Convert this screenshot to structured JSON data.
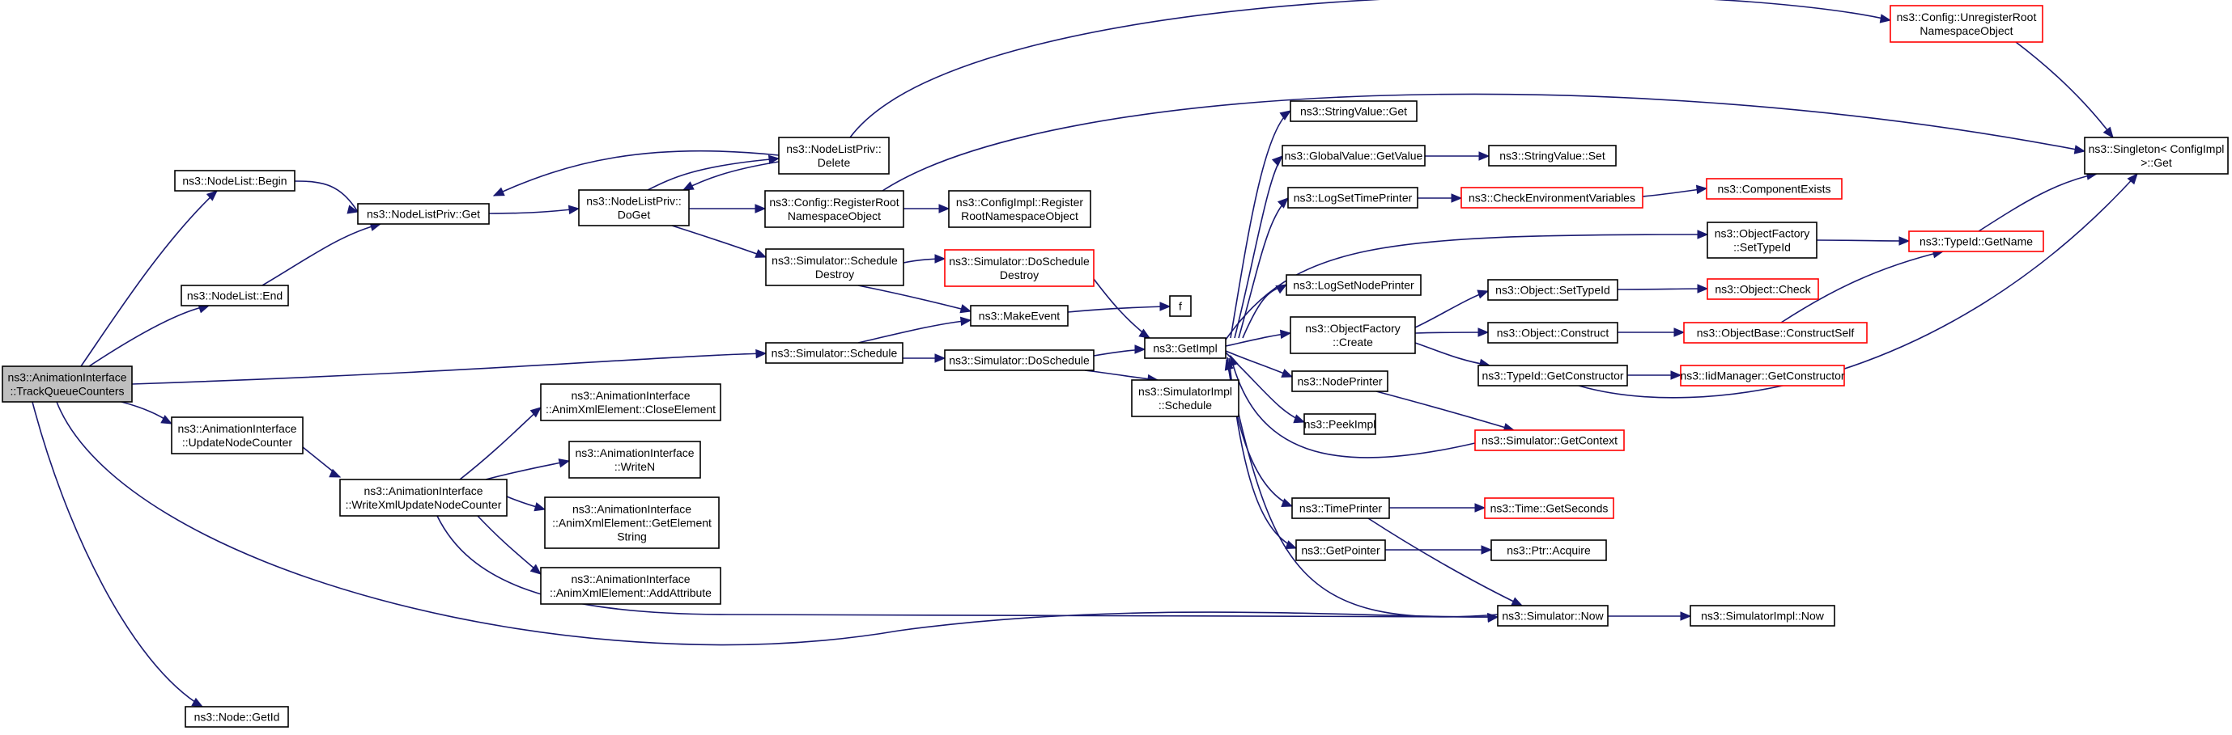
{
  "diagram": {
    "title": "",
    "colors": {
      "edge": "#191970",
      "truncated_border": "#ff0000",
      "root_fill": "#bfbfbf"
    },
    "nodes": {
      "root": [
        "ns3::AnimationInterface",
        "::TrackQueueCounters"
      ],
      "nodelist_begin": [
        "ns3::NodeList::Begin"
      ],
      "nodelist_end": [
        "ns3::NodeList::End"
      ],
      "update_node_counter": [
        "ns3::AnimationInterface",
        "::UpdateNodeCounter"
      ],
      "node_getid": [
        "ns3::Node::GetId"
      ],
      "nodelistpriv_get": [
        "ns3::NodeListPriv::Get"
      ],
      "write_xml_update": [
        "ns3::AnimationInterface",
        "::WriteXmlUpdateNodeCounter"
      ],
      "close_element": [
        "ns3::AnimationInterface",
        "::AnimXmlElement::CloseElement"
      ],
      "write_n": [
        "ns3::AnimationInterface",
        "::WriteN"
      ],
      "get_element_string": [
        "ns3::AnimationInterface",
        "::AnimXmlElement::GetElement",
        "String"
      ],
      "add_attribute": [
        "ns3::AnimationInterface",
        "::AnimXmlElement::AddAttribute"
      ],
      "nodelistpriv_doget": [
        "ns3::NodeListPriv::",
        "DoGet"
      ],
      "nodelistpriv_delete": [
        "ns3::NodeListPriv::",
        "Delete"
      ],
      "register_root_ns": [
        "ns3::Config::RegisterRoot",
        "NamespaceObject"
      ],
      "schedule_destroy": [
        "ns3::Simulator::Schedule",
        "Destroy"
      ],
      "simulator_schedule": [
        "ns3::Simulator::Schedule"
      ],
      "configimpl_register": [
        "ns3::ConfigImpl::Register",
        "RootNamespaceObject"
      ],
      "do_schedule_destroy": [
        "ns3::Simulator::DoSchedule",
        "Destroy"
      ],
      "make_event": [
        "ns3::MakeEvent"
      ],
      "do_schedule": [
        "ns3::Simulator::DoSchedule"
      ],
      "f": [
        "f"
      ],
      "get_impl": [
        "ns3::GetImpl"
      ],
      "simulatorimpl_schedule": [
        "ns3::SimulatorImpl",
        "::Schedule"
      ],
      "stringvalue_get": [
        "ns3::StringValue::Get"
      ],
      "globalvalue_getvalue": [
        "ns3::GlobalValue::GetValue"
      ],
      "stringvalue_set": [
        "ns3::StringValue::Set"
      ],
      "log_set_time_printer": [
        "ns3::LogSetTimePrinter"
      ],
      "check_env_vars": [
        "ns3::CheckEnvironmentVariables"
      ],
      "component_exists": [
        "ns3::ComponentExists"
      ],
      "log_set_node_printer": [
        "ns3::LogSetNodePrinter"
      ],
      "objectfactory_settypeid": [
        "ns3::ObjectFactory",
        "::SetTypeId"
      ],
      "typeid_getname": [
        "ns3::TypeId::GetName"
      ],
      "objectfactory_create": [
        "ns3::ObjectFactory",
        "::Create"
      ],
      "object_settypeid": [
        "ns3::Object::SetTypeId"
      ],
      "object_check": [
        "ns3::Object::Check"
      ],
      "object_construct": [
        "ns3::Object::Construct"
      ],
      "objectbase_constructself": [
        "ns3::ObjectBase::ConstructSelf"
      ],
      "typeid_getconstructor": [
        "ns3::TypeId::GetConstructor"
      ],
      "iidmanager_getconstructor": [
        "ns3::IidManager::GetConstructor"
      ],
      "node_printer": [
        "ns3::NodePrinter"
      ],
      "peek_impl": [
        "ns3::PeekImpl"
      ],
      "get_context": [
        "ns3::Simulator::GetContext"
      ],
      "time_printer": [
        "ns3::TimePrinter"
      ],
      "time_getseconds": [
        "ns3::Time::GetSeconds"
      ],
      "get_pointer": [
        "ns3::GetPointer"
      ],
      "ptr_acquire": [
        "ns3::Ptr::Acquire"
      ],
      "simulator_now": [
        "ns3::Simulator::Now"
      ],
      "simulatorimpl_now": [
        "ns3::SimulatorImpl::Now"
      ],
      "unregister_root_ns": [
        "ns3::Config::UnregisterRoot",
        "NamespaceObject"
      ],
      "singleton_get": [
        "ns3::Singleton< ConfigImpl",
        " >::Get"
      ]
    }
  }
}
